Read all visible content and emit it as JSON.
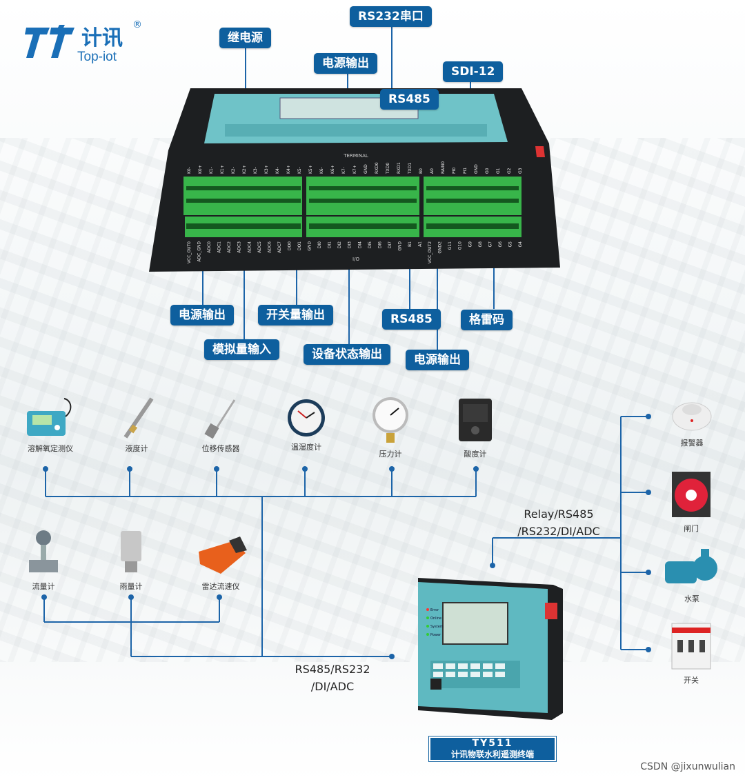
{
  "logo": {
    "cn": "计讯",
    "en": "Top-iot",
    "reg": "®"
  },
  "callouts": {
    "relay_power": "继电源",
    "rs232": "RS232串口",
    "power_out_top": "电源输出",
    "rs485_top": "RS485",
    "sdi12": "SDI-12",
    "power_out_left": "电源输出",
    "switch_out": "开关量输出",
    "rs485_bottom": "RS485",
    "gray_code": "格雷码",
    "analog_in": "模拟量输入",
    "device_status": "设备状态输出",
    "power_out_right": "电源输出"
  },
  "terminals": {
    "top": [
      "K0-",
      "K0+",
      "K1-",
      "K1+",
      "K2-",
      "K2+",
      "K3-",
      "K3+",
      "K4-",
      "K4+",
      "K5-",
      "K5+",
      "K6-",
      "K6+",
      "K7-",
      "K7+",
      "GND",
      "RXD0",
      "TXD0",
      "RXD1",
      "TXD1",
      "B0",
      "A0",
      "RAIN0",
      "PI0",
      "PI1",
      "GND",
      "G0",
      "G1",
      "G2",
      "G3"
    ],
    "bottom": [
      "VCC_OUT0",
      "ADC_GND",
      "ADC0",
      "ADC1",
      "ADC2",
      "ADC3",
      "ADC4",
      "ADC5",
      "ADC6",
      "ADC7",
      "DO0",
      "DO1",
      "GND",
      "DI0",
      "DI1",
      "DI2",
      "DI3",
      "DI4",
      "DI5",
      "DI6",
      "DI7",
      "GND",
      "B1",
      "A1",
      "VCC_OUT2",
      "GND2",
      "G11",
      "G10",
      "G9",
      "G8",
      "G7",
      "G6",
      "G5",
      "G4"
    ]
  },
  "sensors_left_top": [
    {
      "name": "溶解氧定测仪",
      "icon": "dissolved-oxygen-meter-icon"
    },
    {
      "name": "液度计",
      "icon": "level-gauge-icon"
    },
    {
      "name": "位移传感器",
      "icon": "displacement-sensor-icon"
    },
    {
      "name": "温湿度计",
      "icon": "thermo-hygrometer-icon"
    },
    {
      "name": "压力计",
      "icon": "pressure-gauge-icon"
    },
    {
      "name": "酸度计",
      "icon": "ph-meter-icon"
    }
  ],
  "sensors_left_bottom": [
    {
      "name": "流量计",
      "icon": "flow-meter-icon"
    },
    {
      "name": "雨量计",
      "icon": "rain-gauge-icon"
    },
    {
      "name": "雷达流速仪",
      "icon": "radar-velocimeter-icon"
    }
  ],
  "actuators_right": [
    {
      "name": "报警器",
      "icon": "alarm-icon"
    },
    {
      "name": "闸门",
      "icon": "gate-icon"
    },
    {
      "name": "水泵",
      "icon": "water-pump-icon"
    },
    {
      "name": "开关",
      "icon": "circuit-breaker-icon"
    }
  ],
  "connections": {
    "right_line1": "Relay/RS485",
    "right_line2": "/RS232/DI/ADC",
    "left_line1": "RS485/RS232",
    "left_line2": "/DI/ADC"
  },
  "terminal_device": {
    "model": "TY511",
    "desc": "计讯物联水利遥测终端",
    "leds": [
      "Error",
      "Online",
      "System",
      "Power"
    ]
  },
  "watermark": "CSDN @jixunwulian",
  "colors": {
    "accent": "#0e5f9e",
    "brand": "#1a6fb7",
    "terminal_green": "#38b54a",
    "line": "#1c64a8"
  }
}
